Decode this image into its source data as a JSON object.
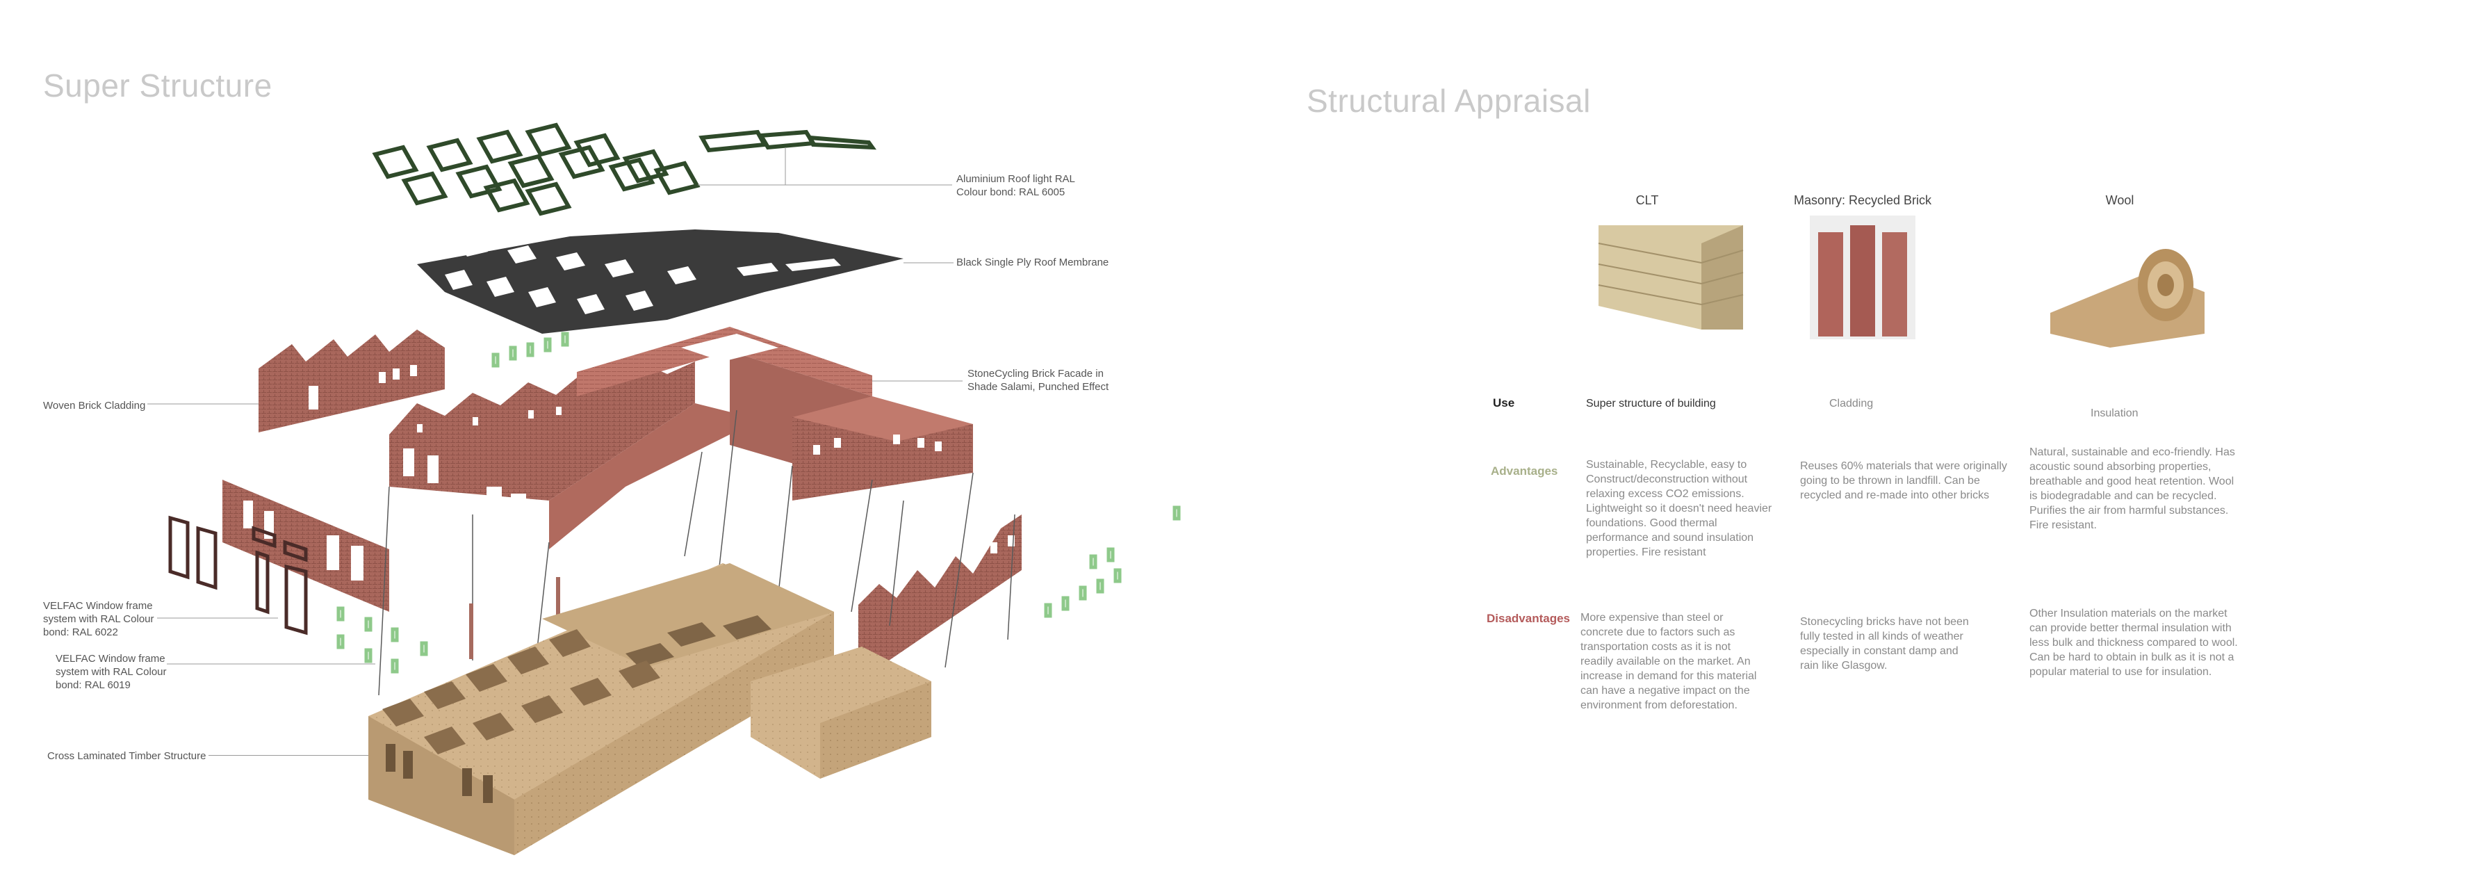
{
  "left": {
    "title": "Super Structure",
    "labels": {
      "roof_light": [
        "Aluminium Roof light RAL",
        "Colour bond: RAL 6005"
      ],
      "roof_membrane": "Black Single Ply Roof Membrane",
      "brick_facade": [
        "StoneCycling Brick Facade in",
        "Shade Salami, Punched Effect"
      ],
      "woven_brick": "Woven Brick Cladding",
      "velfac_6022": [
        "VELFAC Window frame",
        "system with RAL Colour",
        "bond: RAL 6022"
      ],
      "velfac_6019": [
        "VELFAC Window frame",
        "system with RAL Colour",
        "bond: RAL 6019"
      ],
      "clt_structure": "Cross Laminated Timber Structure"
    }
  },
  "right": {
    "title": "Structural Appraisal",
    "columns": [
      "CLT",
      "Masonry: Recycled Brick",
      "Wool"
    ],
    "rows": {
      "use": {
        "label": "Use",
        "values": [
          "Super structure of building",
          "Cladding",
          "Insulation"
        ]
      },
      "advantages": {
        "label": "Advantages",
        "values": [
          "Sustainable, Recyclable, easy to Construct/deconstruction without relaxing excess CO2 emissions. Lightweight so it doesn't need heavier foundations. Good thermal performance and sound insulation properties. Fire resistant",
          "Reuses 60% materials that were originally going to be thrown in landfill. Can be recycled and re-made into other bricks",
          "Natural, sustainable and eco-friendly. Has acoustic sound absorbing properties, breathable and good heat retention. Wool is biodegradable and can be recycled. Purifies the air from harmful substances. Fire resistant."
        ]
      },
      "disadvantages": {
        "label": "Disadvantages",
        "values": [
          "More expensive than steel or concrete due to factors such as transportation costs as it is not readily available on the market. An increase in demand for this material can have a negative impact on the environment from deforestation.",
          "Stonecycling bricks have not been fully tested in all kinds of weather especially in constant damp and rain like Glasgow.",
          "Other Insulation materials on the market can provide better thermal insulation with less bulk and thickness compared to wool. Can be hard to obtain in bulk as it is not a popular material to use for insulation."
        ]
      }
    },
    "colors": {
      "use": "#222222",
      "advantages": "#a8b08a",
      "disadvantages": "#b45b5b"
    }
  }
}
